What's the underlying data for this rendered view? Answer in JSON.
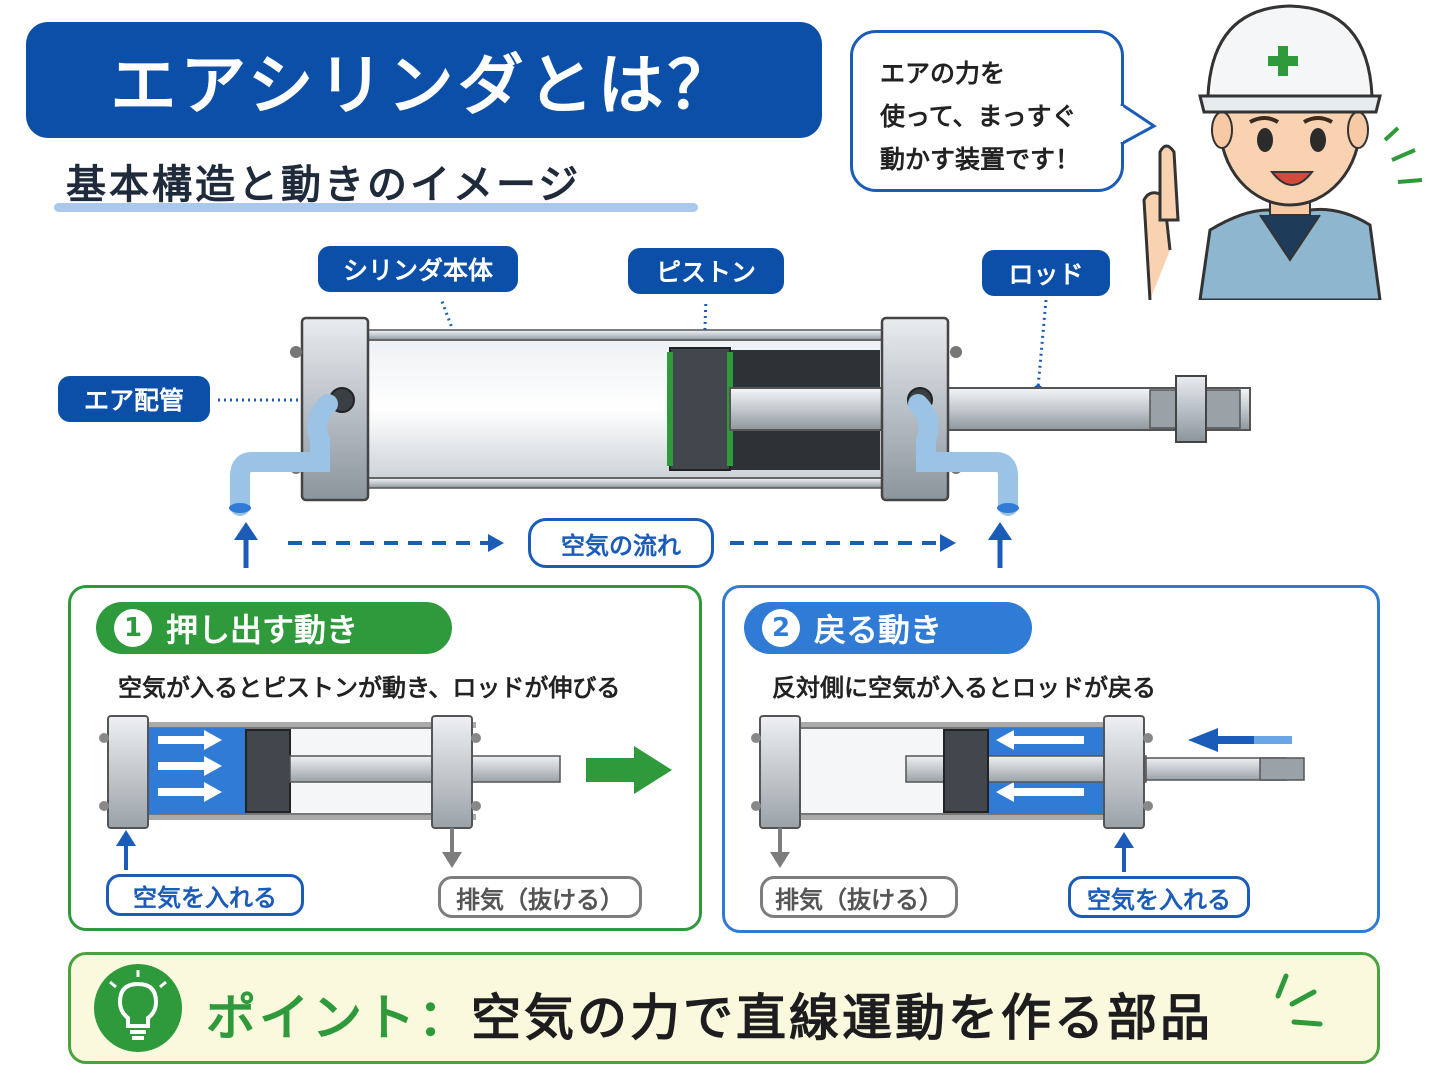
{
  "header": {
    "title": "エアシリンダとは？",
    "subtitle": "基本構造と動きのイメージ"
  },
  "speech_bubble": {
    "lines": [
      "エアの力を",
      "使って、まっすぐ",
      "動かす装置です！"
    ]
  },
  "structure_labels": {
    "cylinder_body": "シリンダ本体",
    "piston": "ピストン",
    "rod": "ロッド",
    "air_pipe": "エア配管",
    "air_flow": "空気の流れ"
  },
  "panel_push": {
    "number": "1",
    "title": "押し出す動き",
    "description": "空気が入るとピストンが動き、ロッドが伸びる",
    "air_in_label": "空気を入れる",
    "exhaust_label": "排気（抜ける）"
  },
  "panel_return": {
    "number": "2",
    "title": "戻る動き",
    "description": "反対側に空気が入るとロッドが戻る",
    "exhaust_label": "排気（抜ける）",
    "air_in_label": "空気を入れる"
  },
  "point": {
    "label": "ポイント：",
    "text": "空気の力で直線運動を作る部品"
  },
  "colors": {
    "primary_blue": "#0b4fa8",
    "accent_green": "#2f9a3c",
    "air_blue": "#2f7bd6",
    "point_bg": "#fbf9dd"
  },
  "icons": [
    "lightbulb-icon",
    "worker-character",
    "arrow-right-icon",
    "arrow-left-icon",
    "arrow-up-icon",
    "arrow-down-icon"
  ]
}
